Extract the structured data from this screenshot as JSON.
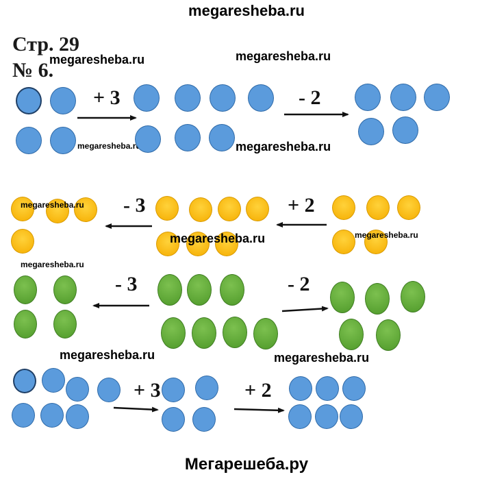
{
  "watermark": {
    "site": "megaresheba.ru",
    "footer": "Мегарешеба.ру"
  },
  "heading": {
    "page": "Стр. 29",
    "task": "№ 6."
  },
  "rows": [
    {
      "start_count": 4,
      "steps": [
        {
          "label": "+ 3",
          "result_count": 7
        },
        {
          "label": "- 2",
          "result_count": 5
        }
      ],
      "color": "#5b9bdc"
    },
    {
      "start_count": 5,
      "steps": [
        {
          "label": "+ 2",
          "result_count": 7
        },
        {
          "label": "- 3",
          "result_count": 4
        }
      ],
      "color": "#f8bd12"
    },
    {
      "start_count": 7,
      "steps": [
        {
          "label": "- 3",
          "result_count": 4
        },
        {
          "label": "- 2",
          "result_count": 5
        }
      ],
      "color": "#63ad3a"
    },
    {
      "start_count": 7,
      "steps": [
        {
          "label": "+ 3",
          "result_count": 4
        },
        {
          "label": "+ 2",
          "result_count": 6
        }
      ],
      "color": "#5b9bdc"
    }
  ]
}
